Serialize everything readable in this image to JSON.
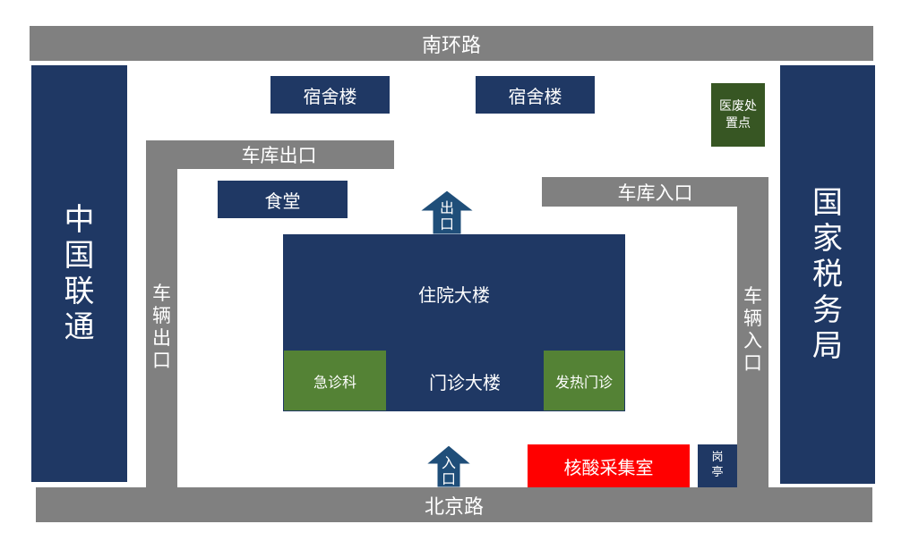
{
  "roads": {
    "south_ring": "南环路",
    "beijing": "北京路"
  },
  "neighbors": {
    "china_unicom": "中国联通",
    "tax_bureau": "国家税务局"
  },
  "buildings": {
    "dorm_1": "宿舍楼",
    "dorm_2": "宿舍楼",
    "canteen": "食堂",
    "medical_waste": "医废处置点",
    "inpatient": "住院大楼",
    "outpatient": "门诊大楼",
    "emergency": "急诊科",
    "fever_clinic": "发热门诊",
    "nucleic_room": "核酸采集室",
    "guard_booth": "岗亭"
  },
  "driveways": {
    "garage_exit": "车库出口",
    "garage_entrance": "车库入口",
    "vehicle_exit": "车辆出口",
    "vehicle_entrance": "车辆入口"
  },
  "arrows": {
    "exit": "出口",
    "entrance": "入口"
  },
  "colors": {
    "road": "#808080",
    "building": "#1f3864",
    "clinic": "#548235",
    "waste": "#375623",
    "nucleic": "#ff0000"
  }
}
